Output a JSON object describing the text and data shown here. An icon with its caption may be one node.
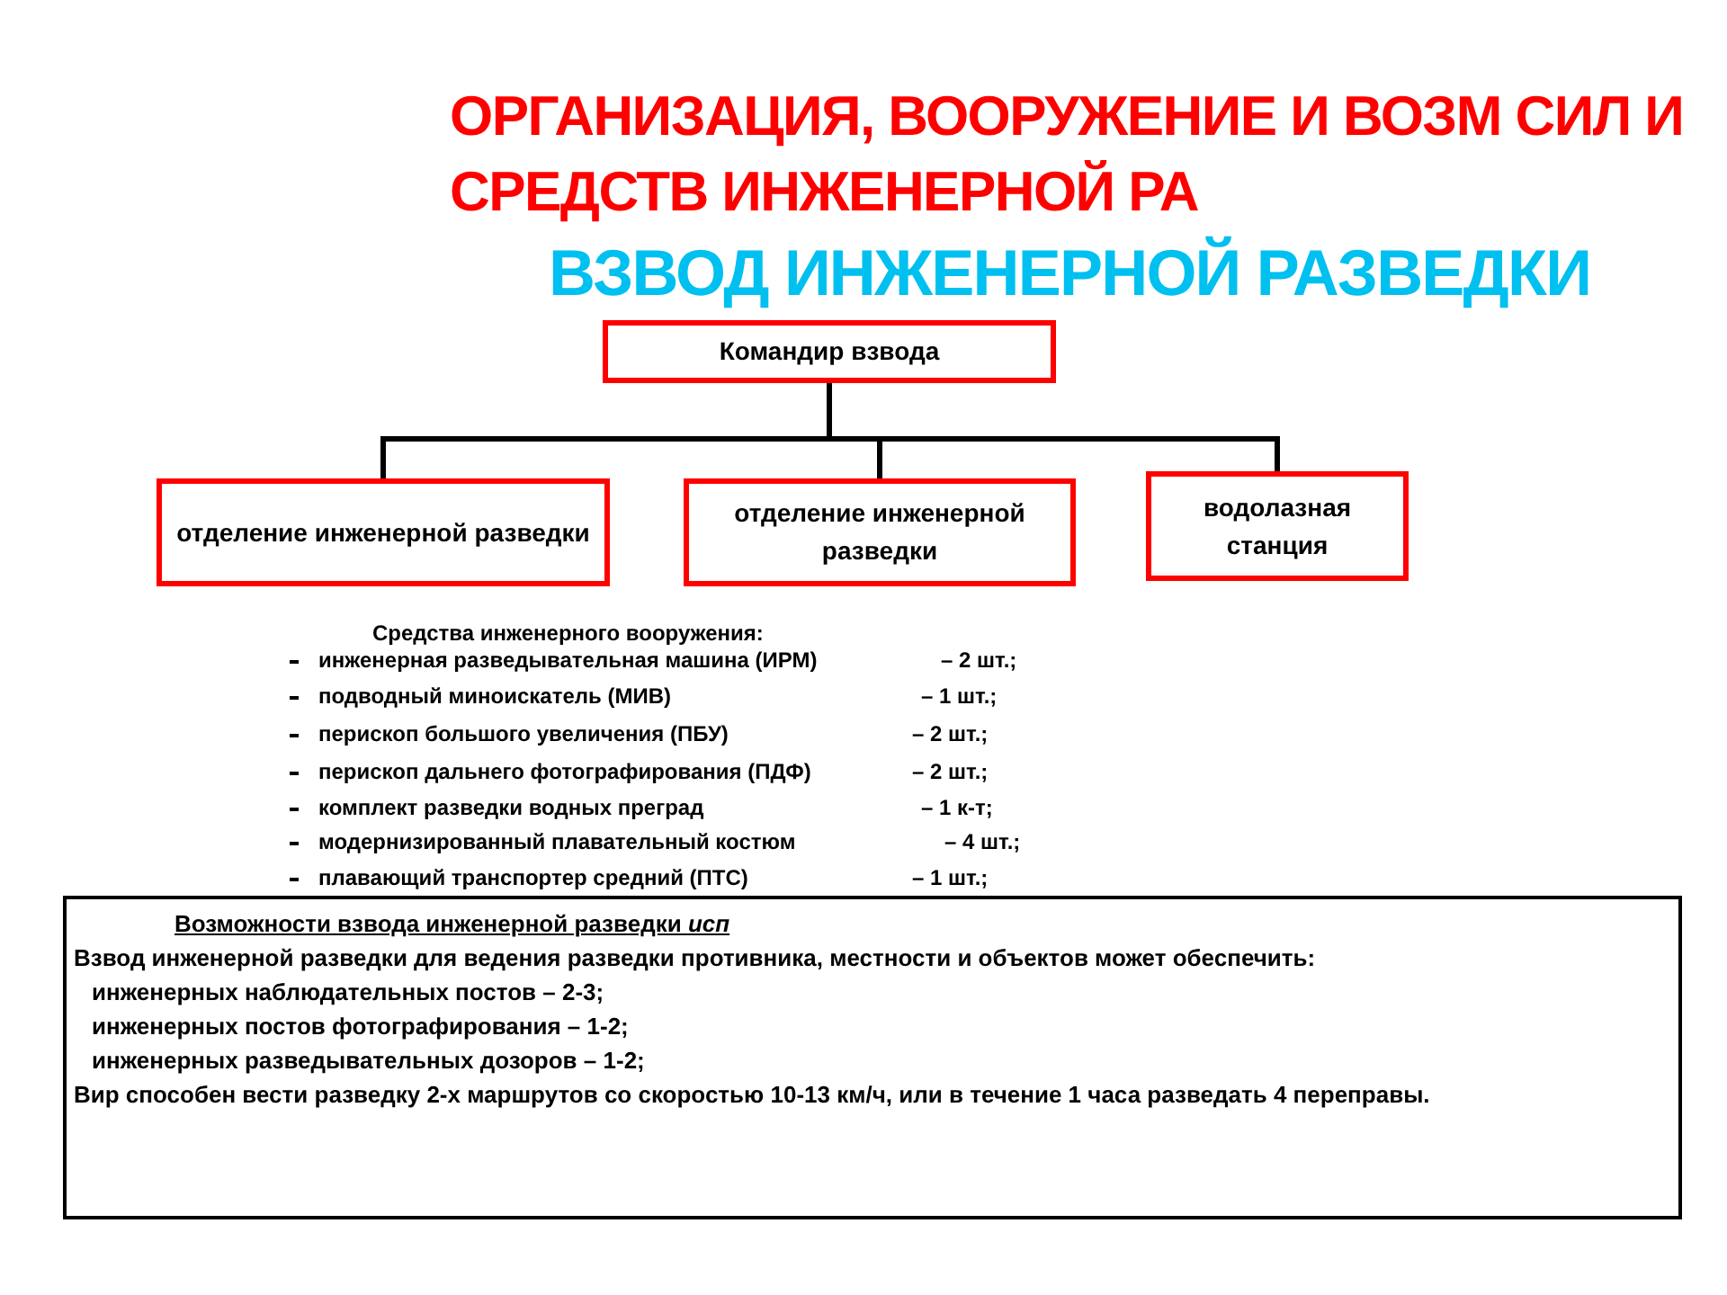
{
  "diagram": {
    "title": "ОРГАНИЗАЦИЯ, ВООРУЖЕНИЕ И ВОЗМ СИЛ И СРЕДСТВ ИНЖЕНЕРНОЙ РА",
    "nodes": [
      {
        "text": [
          "Командир взвода"
        ]
      },
      {
        "text": [
          "отделение инженерной разведки"
        ]
      },
      {
        "text": [
          "отделение инженерной разведки"
        ]
      },
      {
        "text": [
          "водолазная станция"
        ]
      },
      {
        "text": [
          "Возможности взвода инженерной разведки *исп*",
          "Взвод инженерной разведки для ведения разведки противника, местности и объектов может обеспечить:",
          "инженерных наблюдательных постов – 2-3;",
          "инженерных постов фотографирования – 1-2;",
          "инженерных разведывательных дозоров – 1-2;",
          "Вир способен вести разведку 2-х маршрутов со скоростью 10-13 км/ч, или в течение 1 часа разведать 4 переправы."
        ]
      }
    ],
    "edges": [
      {
        "from": 0,
        "to": 1,
        "arrow": "none"
      },
      {
        "from": 0,
        "to": 2,
        "arrow": "none"
      },
      {
        "from": 0,
        "to": 3,
        "arrow": "none"
      }
    ],
    "labels": [
      "ВЗВОД ИНЖЕНЕРНОЙ РАЗВЕДКИ",
      "Средства инженерного вооружения:",
      "инженерная разведывательная машина (ИРМ)",
      "– 2 шт.;",
      "подводный миноискатель (МИВ)",
      "– 1 шт.;",
      "перископ большого увеличения (ПБУ)",
      "– 2 шт.;",
      "перископ дальнего фотографирования (ПДФ)",
      "– 2 шт.;",
      "комплект разведки водных преград",
      "– 1 к-т;",
      "модернизированный плавательный костюм",
      "– 4 шт.;",
      "плавающий транспортер средний (ПТС)",
      "– 1 шт.;"
    ]
  }
}
